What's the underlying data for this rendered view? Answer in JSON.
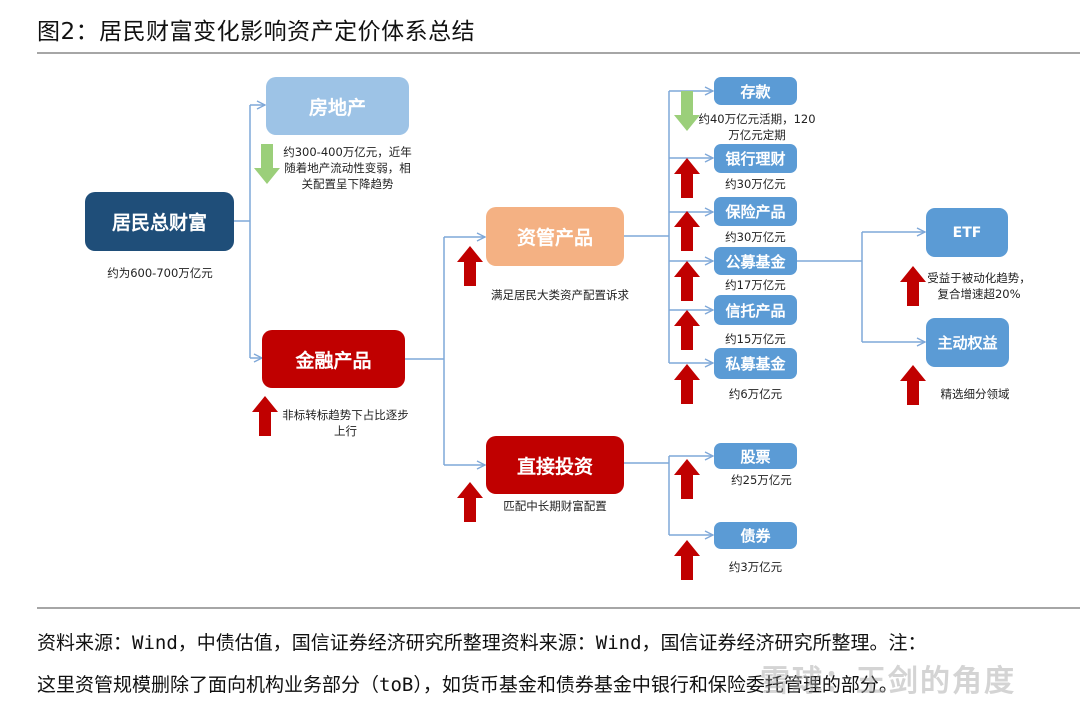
{
  "title": "图2：居民财富变化影响资产定价体系总结",
  "colors": {
    "dark_blue": "#1f4e79",
    "light_blue": "#9dc3e6",
    "red": "#c00000",
    "orange": "#f4b183",
    "mid_blue": "#5b9bd5",
    "connector": "#7fa8d8",
    "green_arrow": "#9bcf7a",
    "red_arrow": "#c00000"
  },
  "nodes": {
    "wealth": {
      "label": "居民总财富",
      "note": "约为600-700万亿元"
    },
    "real_estate": {
      "label": "房地产",
      "note": "约300-400万亿元，近年随着地产流动性变弱，相关配置呈下降趋势",
      "trend": "down"
    },
    "financial": {
      "label": "金融产品",
      "note": "非标转标趋势下占比逐步上行",
      "trend": "up"
    },
    "asset_mgmt": {
      "label": "资管产品",
      "note": "满足居民大类资产配置诉求",
      "trend": "up"
    },
    "direct": {
      "label": "直接投资",
      "note": "匹配中长期财富配置",
      "trend": "up"
    },
    "deposits": {
      "label": "存款",
      "note": "约40万亿元活期，120万亿元定期",
      "trend": "down"
    },
    "bank_wm": {
      "label": "银行理财",
      "note": "约30万亿元",
      "trend": "up"
    },
    "insurance": {
      "label": "保险产品",
      "note": "约30万亿元",
      "trend": "up"
    },
    "public_fund": {
      "label": "公募基金",
      "note": "约17万亿元",
      "trend": "up"
    },
    "trust": {
      "label": "信托产品",
      "note": "约15万亿元",
      "trend": "up"
    },
    "private_fund": {
      "label": "私募基金",
      "note": "约6万亿元",
      "trend": "up"
    },
    "stocks": {
      "label": "股票",
      "note": "约25万亿元",
      "trend": "up"
    },
    "bonds": {
      "label": "债券",
      "note": "约3万亿元",
      "trend": "up"
    },
    "etf": {
      "label": "ETF",
      "note": "受益于被动化趋势，复合增速超20%",
      "trend": "up"
    },
    "active_equity": {
      "label": "主动权益",
      "note": "精选细分领域",
      "trend": "up"
    }
  },
  "notes_lines": {
    "real_estate": [
      "约300-400万亿元，近年",
      "随着地产流动性变弱，相",
      "关配置呈下降趋势"
    ],
    "financial": [
      "非标转标趋势下占比逐步",
      "上行"
    ],
    "deposits": [
      "约40万亿元活期，120",
      "万亿元定期"
    ],
    "etf": [
      "受益于被动化趋势，",
      "复合增速超20%"
    ]
  },
  "footer": {
    "line1": "资料来源：Wind，中债估值，国信证券经济研究所整理资料来源：Wind，国信证券经济研究所整理。注：",
    "line2": "这里资管规模删除了面向机构业务部分（toB），如货币基金和债券基金中银行和保险委托管理的部分。"
  },
  "watermark": "雪球：王剑的角度"
}
